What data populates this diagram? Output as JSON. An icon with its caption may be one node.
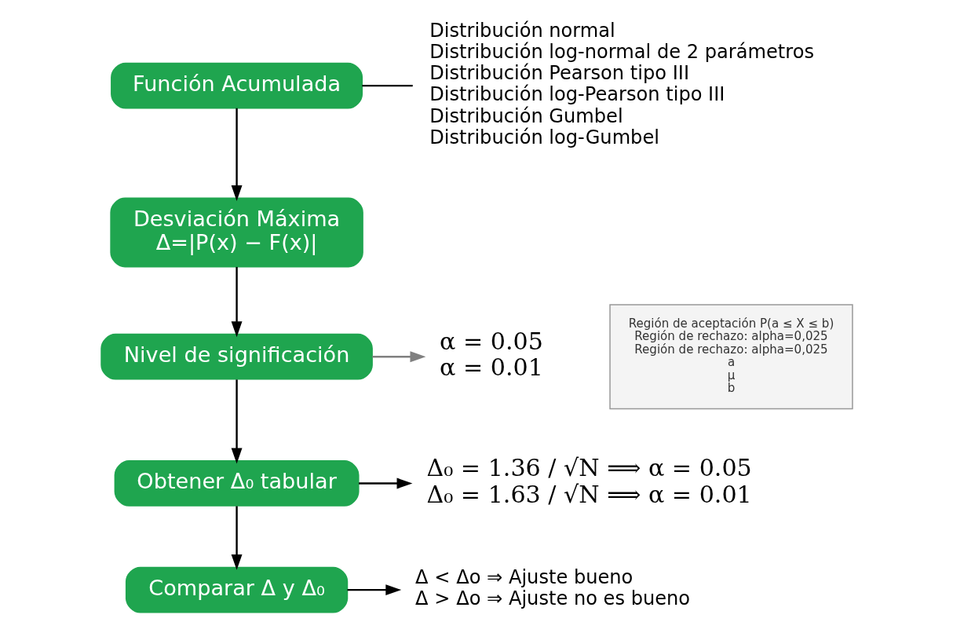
{
  "diagram": {
    "nodes": [
      {
        "text": [
          "Función Acumulada"
        ]
      },
      {
        "text": [
          "Desviación Máxima",
          "Δ=|P(x) − F(x)|"
        ]
      },
      {
        "text": [
          "Nivel de significación"
        ]
      },
      {
        "text": [
          "Obtener Δ₀ tabular"
        ]
      },
      {
        "text": [
          "Comparar Δ y Δ₀"
        ]
      },
      {
        "text": [
          "Distribución normal",
          "Distribución log-normal de 2 parámetros",
          "Distribución Pearson tipo III",
          "Distribución log-Pearson tipo III",
          "Distribución Gumbel",
          "Distribución log-Gumbel"
        ]
      },
      {
        "text": [
          "α = 0.05",
          "α = 0.01"
        ]
      },
      {
        "text": [
          "Δ₀ = 1.36 / √N ⟹ α = 0.05",
          "Δ₀ = 1.63 / √N ⟹ α = 0.01"
        ]
      },
      {
        "text": [
          "Δ < Δo ⇒ Ajuste bueno",
          "Δ > Δo ⇒ Ajuste no es bueno"
        ]
      },
      {
        "text": [
          "Región de aceptación P(a ≤ X ≤ b)",
          "Región de rechazo: alpha=0,025",
          "Región de rechazo: alpha=0,025",
          "a",
          "μ",
          "b"
        ]
      }
    ],
    "edges": [
      {
        "from": 0,
        "to": 1,
        "arrow": "to"
      },
      {
        "from": 1,
        "to": 2,
        "arrow": "to"
      },
      {
        "from": 2,
        "to": 3,
        "arrow": "to"
      },
      {
        "from": 3,
        "to": 4,
        "arrow": "to"
      },
      {
        "from": 0,
        "to": 5,
        "arrow": "none"
      },
      {
        "from": 2,
        "to": 6,
        "arrow": "to",
        "color": "#808080"
      },
      {
        "from": 3,
        "to": 7,
        "arrow": "to"
      },
      {
        "from": 4,
        "to": 8,
        "arrow": "to"
      }
    ]
  }
}
